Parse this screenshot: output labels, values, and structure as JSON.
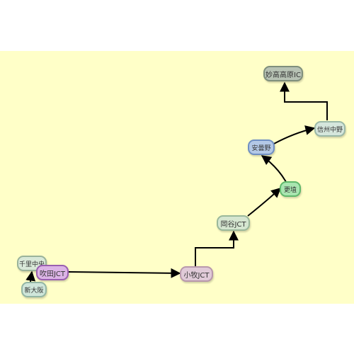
{
  "diagram": {
    "nodes": [
      {
        "id": "myoko",
        "label": "妙高高原IC",
        "fill": "#b7c2b4",
        "border": "#7f8f7c"
      },
      {
        "id": "shinshu",
        "label": "信州中野",
        "fill": "#d5e6dc",
        "border": "#9ab8a7"
      },
      {
        "id": "azumino",
        "label": "安曇野",
        "fill": "#b3c8e6",
        "border": "#6f8fc2"
      },
      {
        "id": "kohshoku",
        "label": "更埴",
        "fill": "#a9e5b0",
        "border": "#5fb86b"
      },
      {
        "id": "okaya",
        "label": "岡谷JCT",
        "fill": "#d5e6d0",
        "border": "#9ab89a"
      },
      {
        "id": "komaki",
        "label": "小牧JCT",
        "fill": "#e0cad8",
        "border": "#b898ac"
      },
      {
        "id": "suita",
        "label": "吹田JCT",
        "fill": "#dcb4e6",
        "border": "#9a5fb0"
      },
      {
        "id": "senri",
        "label": "千里中央",
        "fill": "#d8e8d8",
        "border": "#9ab39a"
      },
      {
        "id": "shinosaka",
        "label": "新大阪",
        "fill": "#cfe6da",
        "border": "#93b6a4"
      }
    ],
    "edges": [
      [
        "shinosaka",
        "senri"
      ],
      [
        "suita",
        "komaki"
      ],
      [
        "komaki",
        "okaya"
      ],
      [
        "okaya",
        "kohshoku"
      ],
      [
        "kohshoku",
        "azumino"
      ],
      [
        "azumino",
        "shinshu"
      ],
      [
        "shinshu",
        "myoko"
      ]
    ]
  }
}
